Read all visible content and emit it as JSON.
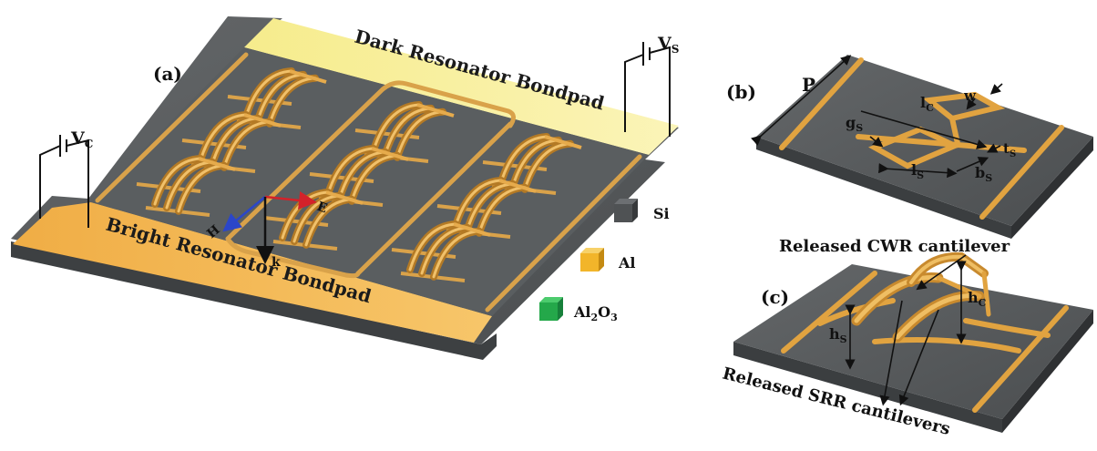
{
  "panels": {
    "a": "(a)",
    "b": "(b)",
    "c": "(c)"
  },
  "bondpads": {
    "dark": "Dark Resonator Bondpad",
    "bright": "Bright Resonator Bondpad"
  },
  "voltages": {
    "vc_main": "V",
    "vc_sub": "C",
    "vs_main": "V",
    "vs_sub": "S"
  },
  "field_vectors": {
    "h": "H",
    "e": "E",
    "k": "k"
  },
  "legend": [
    {
      "name": "Si",
      "color": "#4f5254",
      "top": "#6a6d70",
      "side": "#36383a"
    },
    {
      "name": "Al",
      "color": "#f2b52a",
      "top": "#f7cf63",
      "side": "#c48a12"
    },
    {
      "name_main": "Al",
      "name_sub1": "2",
      "name_mid": "O",
      "name_sub2": "3",
      "color": "#24a84a",
      "top": "#4ccb6d",
      "side": "#17803a"
    }
  ],
  "panel_b": {
    "P": "P",
    "lc_main": "l",
    "lc_sub": "C",
    "w": "w",
    "gs_main": "g",
    "gs_sub": "S",
    "ls_main": "l",
    "ls_sub": "S",
    "bs_main": "b",
    "bs_sub": "S",
    "ts_main": "t",
    "ts_sub": "S"
  },
  "panel_c": {
    "released_cwr": "Released CWR cantilever",
    "released_srr": "Released SRR cantilevers",
    "hc_main": "h",
    "hc_sub": "C",
    "hs_main": "h",
    "hs_sub": "S"
  },
  "colors": {
    "substrate": "#55595b",
    "substrate_side": "#3b3e40",
    "gold": "#e2a445",
    "gold_dark": "#b07521",
    "pad_yellow": "#f7ef9a",
    "pad_orange": "#f0b650"
  }
}
